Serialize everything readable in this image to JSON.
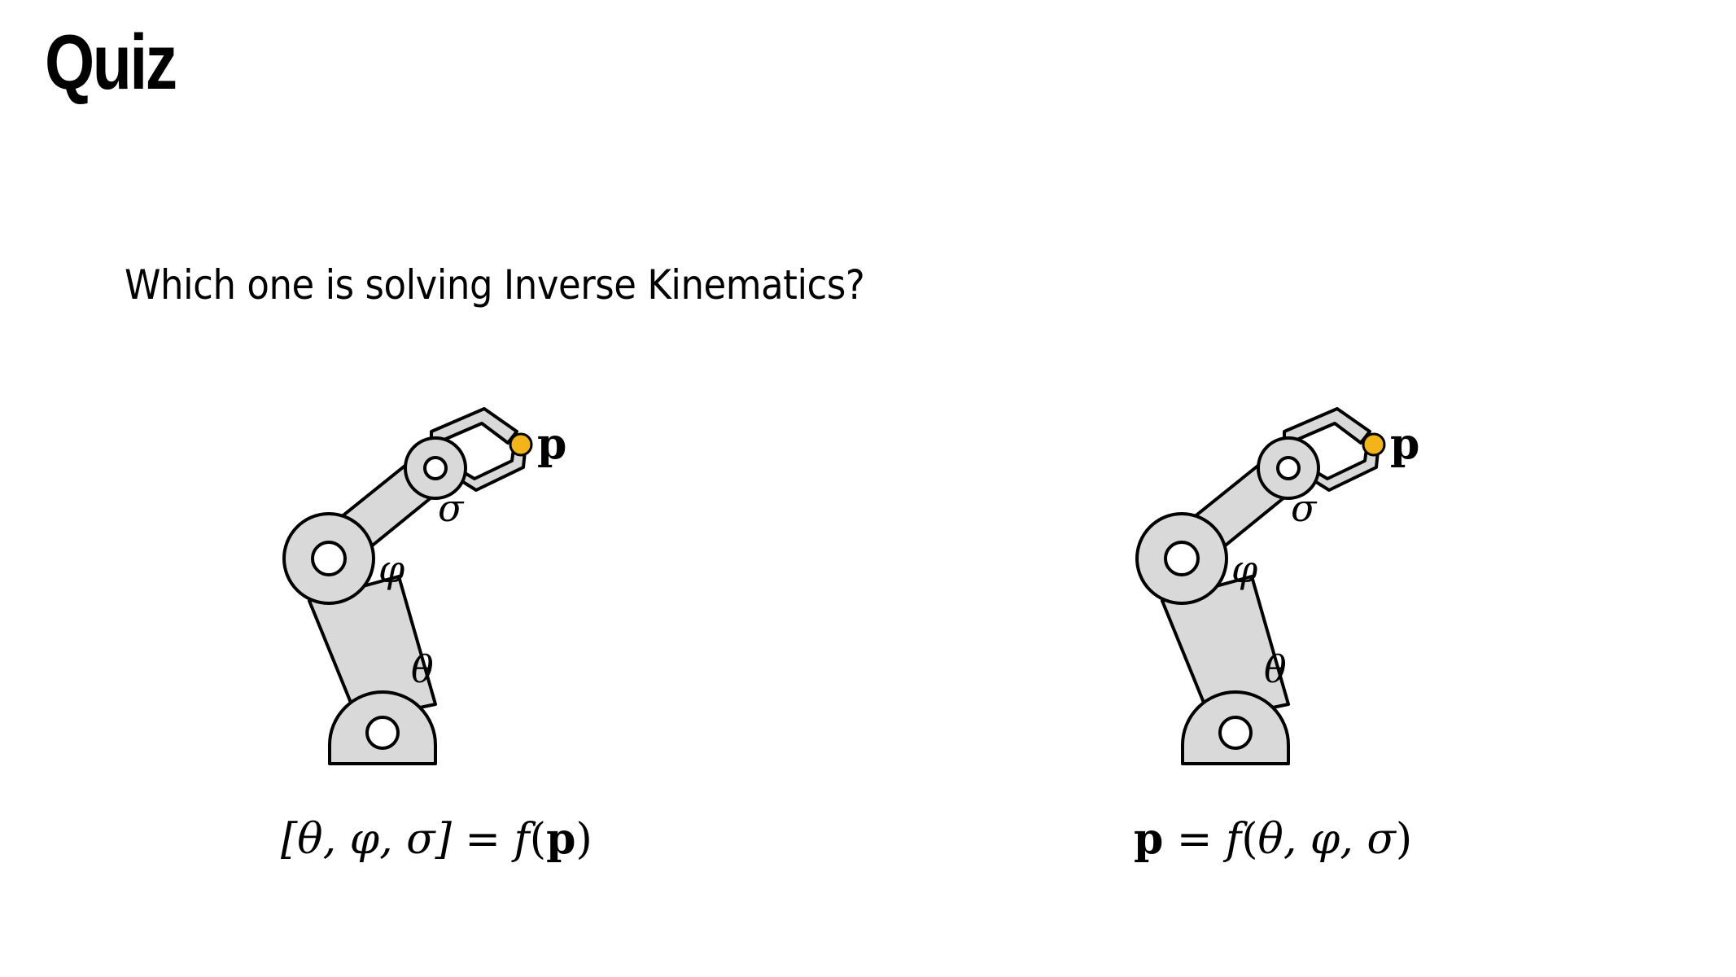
{
  "slide": {
    "title": "Quiz",
    "question": "Which one is solving Inverse Kinematics?"
  },
  "diagrams": [
    {
      "labels": {
        "sigma": "σ",
        "phi": "φ",
        "theta": "θ",
        "point": "p"
      },
      "formula": {
        "lhs": "[θ, φ, σ]",
        "eq": " = ",
        "f": "f",
        "open": "(",
        "arg": "p",
        "close": ")"
      }
    },
    {
      "labels": {
        "sigma": "σ",
        "phi": "φ",
        "theta": "θ",
        "point": "p"
      },
      "formula": {
        "lhs": "p",
        "eq": " = ",
        "f": "f",
        "open": "(",
        "arg": "θ, φ, σ",
        "close": ")"
      }
    }
  ],
  "colors": {
    "arm_fill": "#d9d9d9",
    "outline": "#000000",
    "end_effector": "#f2b418"
  }
}
